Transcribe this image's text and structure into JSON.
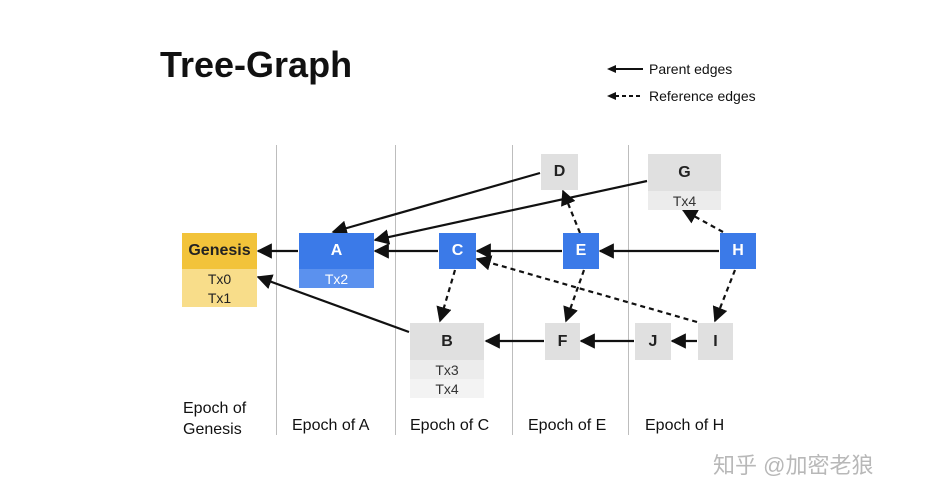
{
  "title": "Tree-Graph",
  "legend": {
    "parent": "Parent edges",
    "reference": "Reference edges"
  },
  "nodes": {
    "genesis": {
      "label": "Genesis",
      "tx": [
        "Tx0",
        "Tx1"
      ]
    },
    "a": {
      "label": "A",
      "tx": [
        "Tx2"
      ]
    },
    "c": {
      "label": "C"
    },
    "e": {
      "label": "E"
    },
    "h": {
      "label": "H"
    },
    "d": {
      "label": "D"
    },
    "g": {
      "label": "G",
      "tx": [
        "Tx4"
      ]
    },
    "b": {
      "label": "B",
      "tx": [
        "Tx3",
        "Tx4"
      ]
    },
    "f": {
      "label": "F"
    },
    "j": {
      "label": "J"
    },
    "i": {
      "label": "I"
    }
  },
  "epochs": [
    "Epoch of Genesis",
    "Epoch of A",
    "Epoch of C",
    "Epoch of E",
    "Epoch of H"
  ],
  "epoch_genesis_lines": [
    "Epoch of",
    "Genesis"
  ],
  "watermark": "知乎 @加密老狼",
  "colors": {
    "blue": "#3b7ae8",
    "gray": "#e0e0e0",
    "gold": "#f2c33a"
  }
}
